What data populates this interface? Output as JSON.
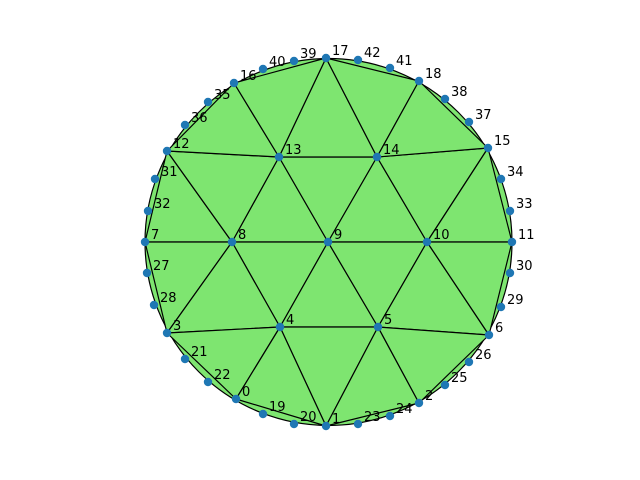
{
  "colors": {
    "background": "#ffffff",
    "face_fill": "#7ee570",
    "edge_stroke": "#000000",
    "node_fill": "#1f77b4"
  },
  "mesh": {
    "node_labels": [
      "0",
      "1",
      "2",
      "3",
      "4",
      "5",
      "6",
      "7",
      "8",
      "9",
      "10",
      "11",
      "12",
      "13",
      "14",
      "15",
      "16",
      "17",
      "18",
      "19",
      "20",
      "21",
      "22",
      "23",
      "24",
      "25",
      "26",
      "27",
      "28",
      "29",
      "30",
      "31",
      "32",
      "33",
      "34",
      "35",
      "36",
      "37",
      "38",
      "39",
      "40",
      "41",
      "42"
    ],
    "triangles": [
      [
        8,
        9,
        13
      ],
      [
        13,
        9,
        14
      ],
      [
        9,
        10,
        14
      ],
      [
        8,
        4,
        9
      ],
      [
        4,
        5,
        9
      ],
      [
        9,
        5,
        10
      ],
      [
        13,
        14,
        17
      ],
      [
        7,
        8,
        12
      ],
      [
        12,
        8,
        13
      ],
      [
        14,
        10,
        15
      ],
      [
        15,
        10,
        11
      ],
      [
        7,
        3,
        8
      ],
      [
        3,
        4,
        8
      ],
      [
        10,
        5,
        6
      ],
      [
        10,
        6,
        11
      ],
      [
        4,
        1,
        5
      ],
      [
        12,
        13,
        16
      ],
      [
        16,
        13,
        17
      ],
      [
        14,
        18,
        17
      ],
      [
        14,
        15,
        18
      ],
      [
        3,
        0,
        4
      ],
      [
        0,
        1,
        4
      ],
      [
        5,
        1,
        2
      ],
      [
        5,
        2,
        6
      ]
    ]
  }
}
